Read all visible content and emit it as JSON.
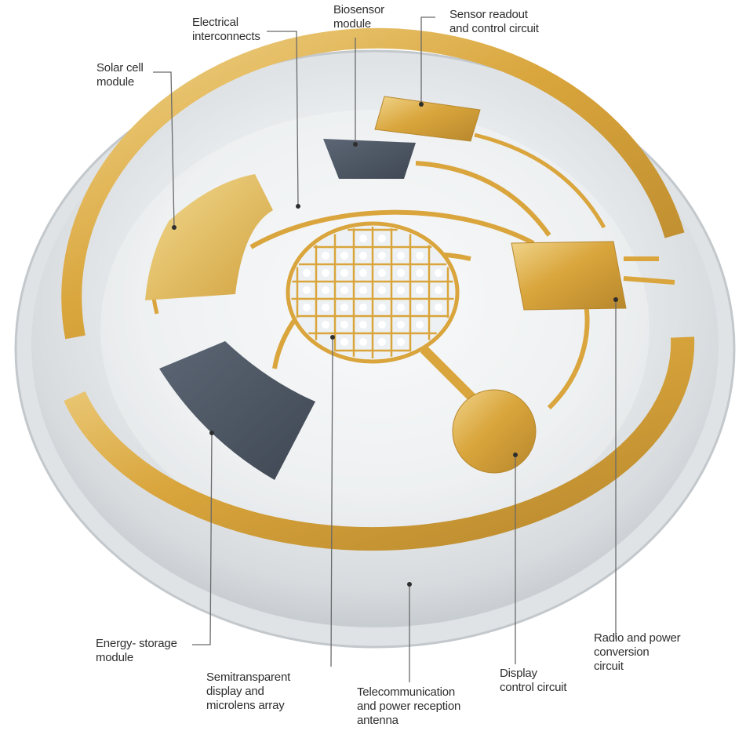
{
  "labels": {
    "electrical_interconnects": [
      "Electrical",
      "interconnects"
    ],
    "biosensor_module": [
      "Biosensor",
      "module"
    ],
    "sensor_readout": [
      "Sensor readout",
      "and control circuit"
    ],
    "solar_cell_module": [
      "Solar cell",
      "module"
    ],
    "energy_storage_module": [
      "Energy- storage",
      "module"
    ],
    "semitransparent_display": [
      "Semitransparent",
      "display and",
      "microlens array"
    ],
    "telecom_antenna": [
      "Telecommunication",
      "and power reception",
      "antenna"
    ],
    "display_control_circuit": [
      "Display",
      "control circuit"
    ],
    "radio_power_circuit": [
      "Radio and power",
      "conversion",
      "circuit"
    ]
  },
  "colors": {
    "gold": "#d9a53c",
    "gold_light": "#eccf86",
    "gold_dark": "#a87a22",
    "slate": "#4a5462",
    "lens_rim": "#c9ced3",
    "leader": "#6a6a6a"
  }
}
